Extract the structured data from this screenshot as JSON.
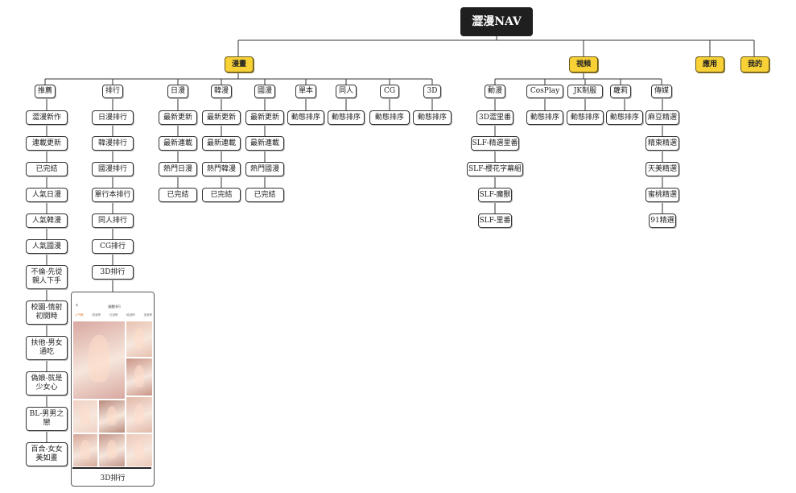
{
  "title": "澀漫NAV",
  "categories": [
    {
      "label": "漫畫"
    },
    {
      "label": "視頻"
    },
    {
      "label": "應用"
    },
    {
      "label": "我的"
    }
  ],
  "manga": {
    "tuijian": {
      "label": "推薦",
      "items": [
        "澀漫新作",
        "連載更新",
        "已完結",
        "人氣日漫",
        "人氣韓漫",
        "人氣國漫",
        "不倫-先從親人下手",
        "校園-情射初開時",
        "扶他-男女通吃",
        "偽娘-就是少女心",
        "BL-男男之戀",
        "百合-女女美如畫"
      ]
    },
    "paihang": {
      "label": "排行",
      "items": [
        "日漫排行",
        "韓漫排行",
        "國漫排行",
        "單行本排行",
        "同人排行",
        "CG排行",
        "3D排行"
      ]
    },
    "riman": {
      "label": "日漫",
      "items": [
        "最新更新",
        "最新連載",
        "熱門日漫",
        "已完結"
      ]
    },
    "hanman": {
      "label": "韓漫",
      "items": [
        "最新更新",
        "最新連載",
        "熱門韓漫",
        "已完結"
      ]
    },
    "guoman": {
      "label": "國漫",
      "items": [
        "最新更新",
        "最新連載",
        "熱門國漫",
        "已完結"
      ]
    },
    "danben": {
      "label": "單本",
      "items": [
        "動態排序"
      ]
    },
    "tongren": {
      "label": "同人",
      "items": [
        "動態排序"
      ]
    },
    "cg": {
      "label": "CG",
      "items": [
        "動態排序"
      ]
    },
    "threed": {
      "label": "3D",
      "items": [
        "動態排序"
      ]
    }
  },
  "video": {
    "dongman": {
      "label": "動漫",
      "items": [
        "3D澀里番",
        "SLF-精選里番",
        "SLF-櫻花字幕組",
        "SLF-魔獸",
        "SLF-里番"
      ]
    },
    "cosplay": {
      "label": "CosPlay",
      "items": [
        "動態排序"
      ]
    },
    "jk": {
      "label": "JK制服",
      "items": [
        "動態排序"
      ]
    },
    "luoli": {
      "label": "蘿莉",
      "items": [
        "動態排序"
      ]
    },
    "chuanmei": {
      "label": "傳媒",
      "items": [
        "麻豆精選",
        "精東精選",
        "天美精選",
        "蜜桃精選",
        "91精選"
      ]
    }
  },
  "preview": {
    "caption": "3D排行",
    "back_glyph": "‹",
    "screen_title": "漫畫排行",
    "tabs": [
      "人气榜",
      "周漫榜",
      "日漫榜",
      "韩漫榜",
      "漫漫榜"
    ],
    "active_tab": 0,
    "thumb_colors": [
      "#d8a8a0",
      "#e7c2b0",
      "#c99586",
      "#f0d2c4",
      "#b98a7c",
      "#e2b8a8",
      "#d5a898",
      "#c4968a",
      "#ecc8b8",
      "#ddb0a0"
    ]
  }
}
